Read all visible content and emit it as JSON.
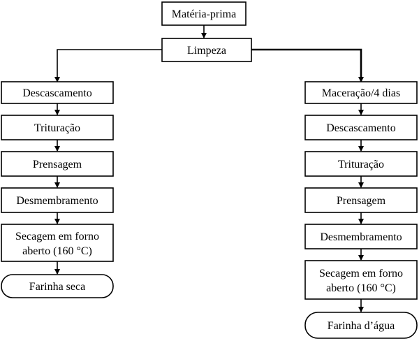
{
  "diagram": {
    "top": {
      "raw_material": "Matéria-prima",
      "cleaning": "Limpeza"
    },
    "left_branch": {
      "steps": [
        "Descascamento",
        "Trituração",
        "Prensagem",
        "Desmembramento"
      ],
      "drying": [
        "Secagem em forno",
        "aberto (160 °C)"
      ],
      "product": "Farinha seca"
    },
    "right_branch": {
      "steps": [
        "Maceração/4 dias",
        "Descascamento",
        "Trituração",
        "Prensagem",
        "Desmembramento"
      ],
      "drying": [
        "Secagem em forno",
        "aberto (160 °C)"
      ],
      "product": "Farinha d’água"
    },
    "colors": {
      "stroke": "#000000",
      "fill": "#ffffff"
    }
  }
}
